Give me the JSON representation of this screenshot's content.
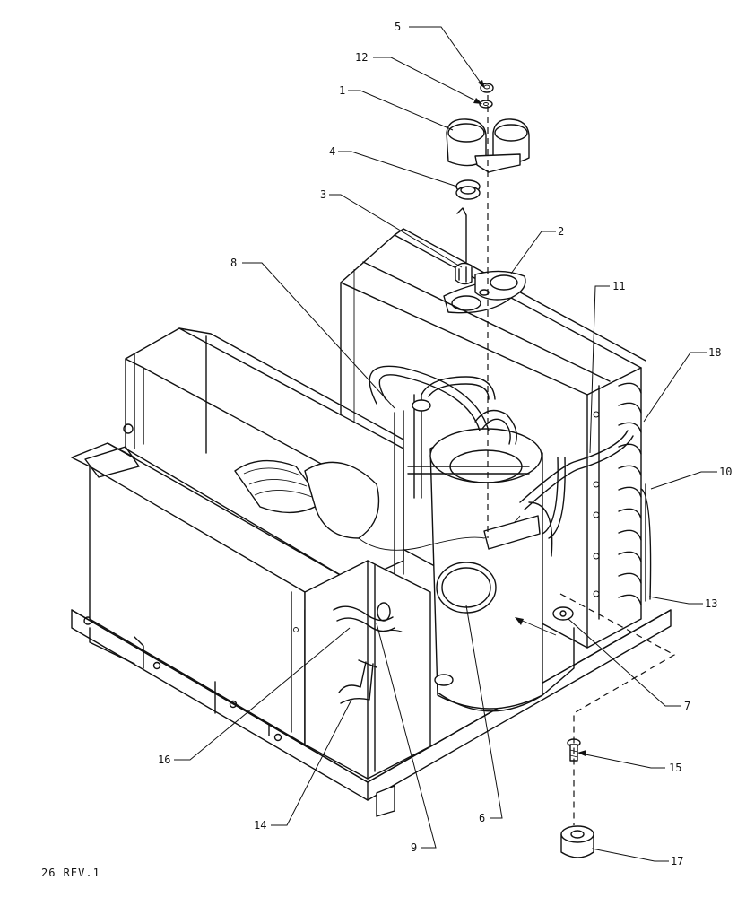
{
  "diagram": {
    "type": "exploded parts diagram",
    "callouts": [
      {
        "id": "c1",
        "label": "1"
      },
      {
        "id": "c2",
        "label": "2"
      },
      {
        "id": "c3",
        "label": "3"
      },
      {
        "id": "c4",
        "label": "4"
      },
      {
        "id": "c5",
        "label": "5"
      },
      {
        "id": "c6",
        "label": "6"
      },
      {
        "id": "c7",
        "label": "7"
      },
      {
        "id": "c8",
        "label": "8"
      },
      {
        "id": "c9",
        "label": "9"
      },
      {
        "id": "c10",
        "label": "10"
      },
      {
        "id": "c11",
        "label": "11"
      },
      {
        "id": "c12",
        "label": "12"
      },
      {
        "id": "c13",
        "label": "13"
      },
      {
        "id": "c14",
        "label": "14"
      },
      {
        "id": "c15",
        "label": "15"
      },
      {
        "id": "c16",
        "label": "16"
      },
      {
        "id": "c17",
        "label": "17"
      },
      {
        "id": "c18",
        "label": "18"
      }
    ],
    "footer": "26 REV.1"
  }
}
